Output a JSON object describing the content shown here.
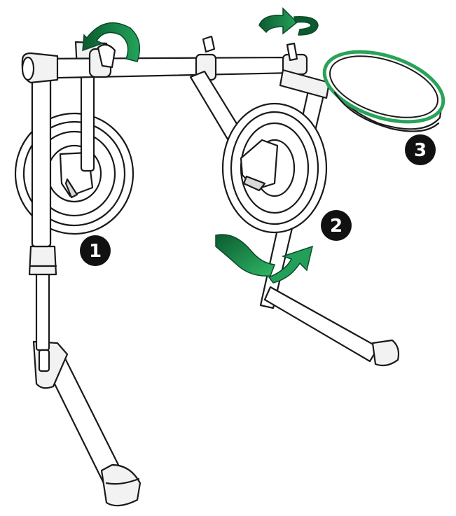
{
  "colors": {
    "outline": "#1a1a1a",
    "fill": "#ffffff",
    "shade": "#d9d9d9",
    "arrow_dark": "#0f6b3a",
    "arrow_light": "#1f9a55",
    "ring": "#2aa35a",
    "callout_bg": "#111111"
  },
  "icons": {
    "rotate_arrow": "curved-rotate-arrow-icon",
    "callout": "numbered-circle-callout"
  },
  "callouts": [
    {
      "label": "1"
    },
    {
      "label": "2"
    },
    {
      "label": "3"
    }
  ]
}
